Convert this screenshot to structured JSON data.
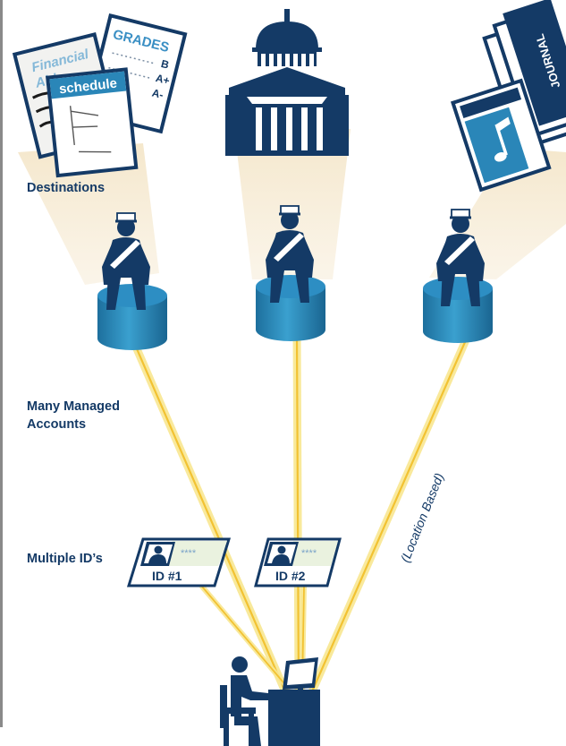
{
  "labels": {
    "destinations": "Destinations",
    "managed_accounts_line1": "Many Managed",
    "managed_accounts_line2": "Accounts",
    "multiple_ids": "Multiple ID’s",
    "location_based": "(Location Based)"
  },
  "documents": {
    "financial_aid_line1": "Financial",
    "financial_aid_line2": "Aid",
    "schedule": "schedule",
    "grades_title": "GRADES",
    "grade_1": "B",
    "grade_2": "A+",
    "grade_3": "A-",
    "journal": "JOURNAL"
  },
  "id_cards": [
    {
      "label": "ID  #1",
      "stars": "****"
    },
    {
      "label": "ID  #2",
      "stars": "****"
    }
  ],
  "colors": {
    "navy": "#143a66",
    "cylinder_blue": "#2a86b8",
    "beam": "#f1dfbc",
    "link_glow": "#f7e27a",
    "link_core": "#f4c52f"
  },
  "icons": {
    "destination_1": "school-documents-icon",
    "destination_2": "government-building-icon",
    "destination_3": "media-journal-icon",
    "guards": "guard-on-database-icon",
    "user": "user-at-computer-icon"
  }
}
